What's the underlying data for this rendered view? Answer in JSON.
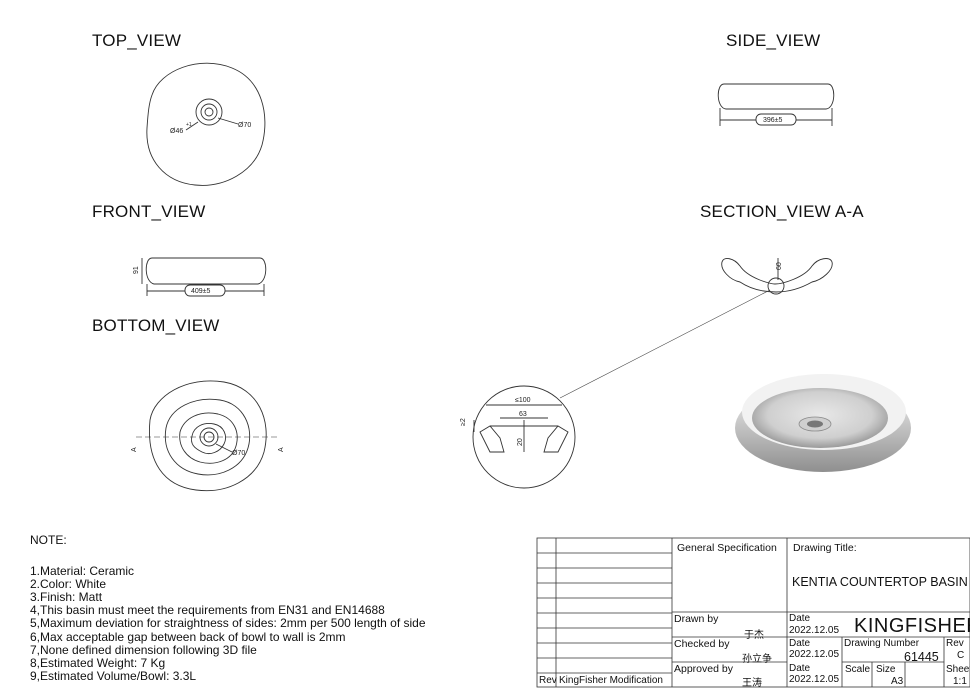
{
  "views": {
    "top": "TOP_VIEW",
    "side": "SIDE_VIEW",
    "front": "FRONT_VIEW",
    "section": "SECTION_VIEW  A-A",
    "bottom": "BOTTOM_VIEW"
  },
  "dimensions": {
    "top_drain_outer": "Ø70",
    "top_drain_inner": "Ø46",
    "top_tol": "+1",
    "side_width": "396±5",
    "front_width": "409±5",
    "front_height": "91",
    "section_depth": "60",
    "bottom_drain": "Ø70",
    "section_marker": "A",
    "detail_top": "≤100",
    "detail_inner": "63",
    "detail_height": "20",
    "detail_side": "≥2"
  },
  "notes": {
    "header": "NOTE:",
    "items": [
      "1.Material: Ceramic",
      "2.Color: White",
      "3.Finish: Matt",
      "4,This basin must meet the requirements from EN31 and EN14688",
      "5,Maximum deviation for straightness of sides: 2mm per 500 length of side",
      "6,Max acceptable gap between back of bowl to wall is 2mm",
      "7,None defined dimension following 3D file",
      "8,Estimated Weight: 7 Kg",
      "9,Estimated Volume/Bowl:  3.3L"
    ]
  },
  "title_block": {
    "general_spec": "General  Specification",
    "drawing_title_label": "Drawing Title:",
    "drawing_title": "KENTIA COUNTERTOP BASIN",
    "drawn_by_label": "Drawn  by",
    "drawn_by": "于杰",
    "checked_by_label": "Checked by",
    "checked_by": "孙立争",
    "approved_by_label": "Approved by",
    "approved_by": "王涛",
    "date_label": "Date",
    "date_drawn": "2022.12.05",
    "date_checked": "2022.12.05",
    "date_approved": "2022.12.05",
    "company": "KINGFISHER",
    "drawing_number_label": "Drawing Number",
    "drawing_number": "61445",
    "rev_label": "Rev",
    "rev": "C",
    "scale_label": "Scale",
    "size_label": "Size",
    "size": "A3",
    "sheet_label": "Sheet",
    "sheet": "1:1",
    "rev_col": "Rev",
    "modification": "KingFisher Modification"
  }
}
